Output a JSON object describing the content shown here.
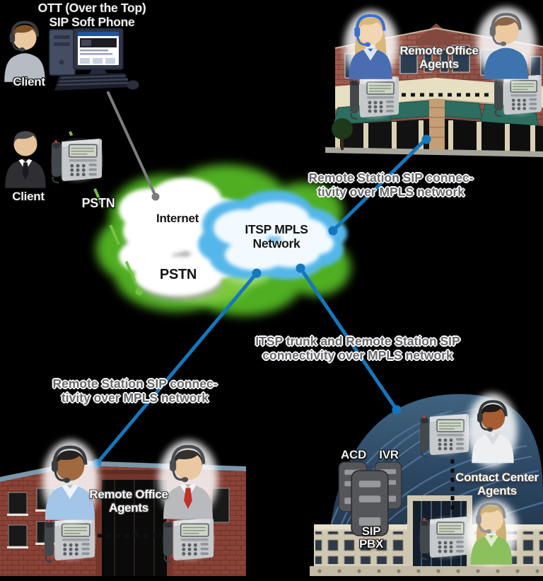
{
  "title": {
    "line1": "OTT (Over the Top)",
    "line2": "SIP Soft Phone"
  },
  "clients": {
    "client1": "Client",
    "client2": "Client"
  },
  "links": {
    "pstn_label": "PSTN"
  },
  "clouds": {
    "internet_label": "Internet",
    "pstn_label": "PSTN",
    "itsp_label_line1": "ITSP MPLS",
    "itsp_label_line2": "Network"
  },
  "captions": {
    "remote_top_line1": "Remote Station SIP connec-",
    "remote_top_line2": "tivity over MPLS network",
    "trunk_line1": "ITSP trunk and Remote Station SIP",
    "trunk_line2": "connectivity over MPLS network",
    "remote_bottom_line1": "Remote Station SIP connec-",
    "remote_bottom_line2": "tivity over MPLS network"
  },
  "sites": {
    "office_top_line1": "Remote Office",
    "office_top_line2": "Agents",
    "office_bottom_line1": "Remote Office",
    "office_bottom_line2": "Agents",
    "contact_line1": "Contact Center",
    "contact_line2": "Agents",
    "acd": "ACD",
    "ivr": "IVR",
    "sip": "SIP",
    "pbx": "PBX"
  },
  "colors": {
    "background": "#000000",
    "mpls_link": "#1577bd",
    "internet_link": "#7d7d7f",
    "pstn_link": "#76c043",
    "pstn_cloud_green": "#57b32a",
    "internet_cloud_white": "#ffffff",
    "itsp_cloud_blue": "#5ab8e9",
    "caption_text": "#67686b",
    "label_text": "#f2f2f2",
    "cloud_text": "#161616"
  },
  "icons": {
    "client1": "person-headset-icon",
    "client2": "person-suit-icon",
    "desktop": "desktop-computer-icon",
    "phones": "ip-phone-icon",
    "agents": "agent-headset-icon",
    "servers": "server-icon",
    "link_endpoints": "dot-endpoint-icon"
  }
}
